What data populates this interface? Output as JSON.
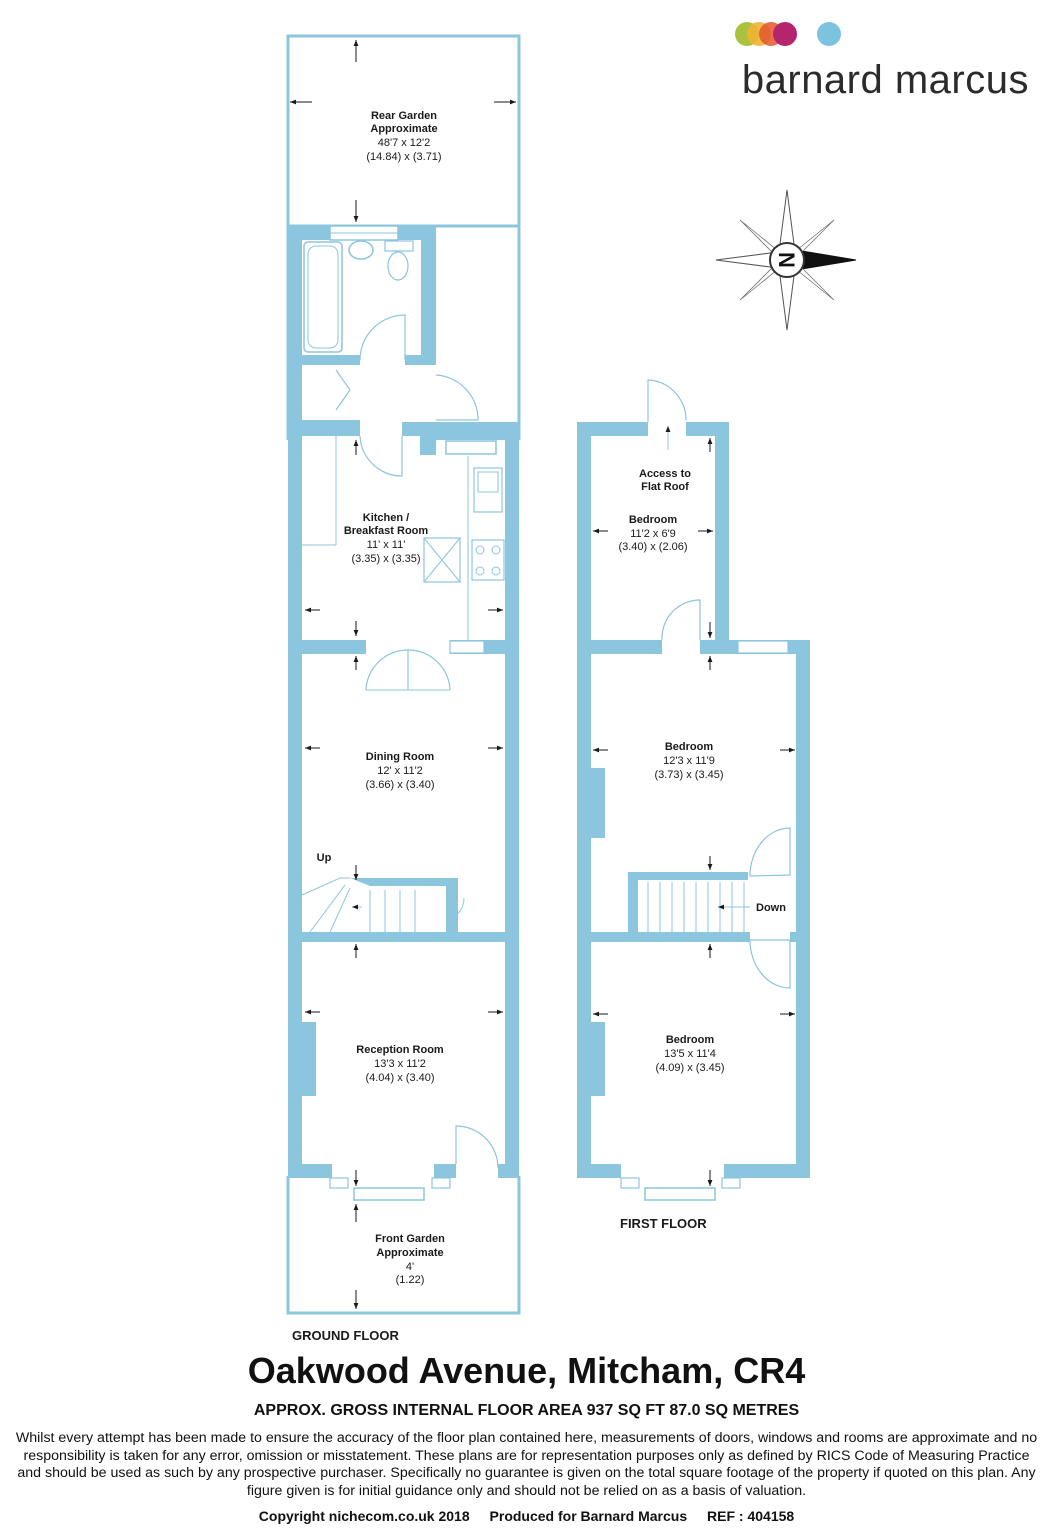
{
  "brand": {
    "name": "barnard marcus",
    "dot_colors": [
      "#a9c23f",
      "#f1b434",
      "#e4572e",
      "#b5256e",
      "#7cc3e0"
    ]
  },
  "colors": {
    "wall": "#8cc5de",
    "line": "#8cc5de"
  },
  "compass": {
    "label": "N"
  },
  "ground_floor": {
    "label": "GROUND FLOOR",
    "rear_garden": {
      "name": "Rear Garden",
      "note": "Approximate",
      "imperial": "48'7 x 12'2",
      "metric": "(14.84) x (3.71)"
    },
    "kitchen": {
      "name_line1": "Kitchen /",
      "name_line2": "Breakfast Room",
      "imperial": "11' x 11'",
      "metric": "(3.35) x (3.35)"
    },
    "dining": {
      "name": "Dining Room",
      "imperial": "12' x 11'2",
      "metric": "(3.66) x (3.40)"
    },
    "stairs_label": "Up",
    "reception": {
      "name": "Reception Room",
      "imperial": "13'3 x 11'2",
      "metric": "(4.04) x (3.40)"
    },
    "front_garden": {
      "name": "Front Garden",
      "note": "Approximate",
      "imperial": "4'",
      "metric": "(1.22)"
    }
  },
  "first_floor": {
    "label": "FIRST FLOOR",
    "access": {
      "line1": "Access to",
      "line2": "Flat Roof"
    },
    "bedroom_rear": {
      "name": "Bedroom",
      "imperial": "11'2 x 6'9",
      "metric": "(3.40) x (2.06)"
    },
    "bedroom_middle": {
      "name": "Bedroom",
      "imperial": "12'3 x 11'9",
      "metric": "(3.73) x (3.45)"
    },
    "stairs_label": "Down",
    "bedroom_front": {
      "name": "Bedroom",
      "imperial": "13'5 x 11'4",
      "metric": "(4.09) x (3.45)"
    }
  },
  "address": "Oakwood Avenue, Mitcham, CR4",
  "area": "APPROX. GROSS INTERNAL FLOOR AREA 937 SQ FT 87.0 SQ METRES",
  "disclaimer": "Whilst every attempt has been made to ensure the accuracy of the floor plan contained here, measurements of doors, windows and rooms are approximate and no responsibility is taken for any error, omission or misstatement. These plans are for representation purposes only as defined by RICS Code of Measuring Practice and should be used as such by any prospective purchaser.  Specifically no guarantee is given on the total square footage of the property if quoted on this plan. Any figure given is for initial guidance only and should not be relied on as a basis of valuation.",
  "footer": {
    "copyright": "Copyright nichecom.co.uk 2018",
    "produced": "Produced for Barnard Marcus",
    "ref": "REF : 404158"
  }
}
